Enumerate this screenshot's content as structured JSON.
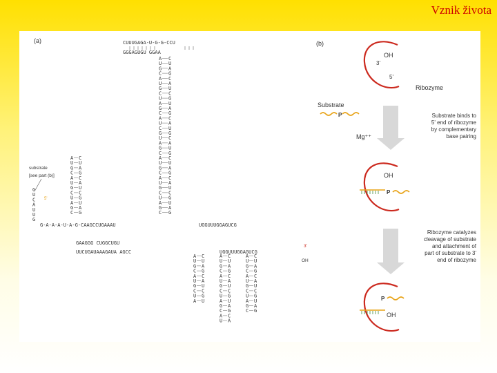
{
  "title": "Vznik života",
  "panel_a": {
    "label": "(a)",
    "substrate_label": "substrate",
    "substrate_label2": "[see part (b)]",
    "five_prime": "5'",
    "three_prime": "3'",
    "oh": "OH",
    "seq_rows": [
      "CUUUGAGA-U-G-G-CCU",
      "GGGAGUGU   GGAA",
      "GAAGGG     CUGGCUGU",
      "UUCUGAUAAAGAUA AGCC",
      "G-A-A-A-U-A-G-CAAGCCUGAAAU",
      "UGGUUUGGAGUCG"
    ],
    "stem_letters": "A U G C A U G C U A G C A U C G U A G C"
  },
  "panel_b": {
    "label": "(b)",
    "oh": "OH",
    "three_prime": "3'",
    "five_prime": "5'",
    "ribozyme": "Ribozyme",
    "substrate": "Substrate",
    "p": "P",
    "mg": "Mg⁺⁺",
    "note1": [
      "Substrate binds to",
      "5' end of ribozyme",
      "by complementary",
      "base pairing"
    ],
    "note2": [
      "Ribozyme catalyzes",
      "cleavage of substrate",
      "and attachment of",
      "part of substrate to 3'",
      "end of ribozyme"
    ]
  },
  "colors": {
    "ribozyme": "#cc2a1f",
    "substrate": "#e8a317",
    "pairing": "#3a8a3a"
  }
}
